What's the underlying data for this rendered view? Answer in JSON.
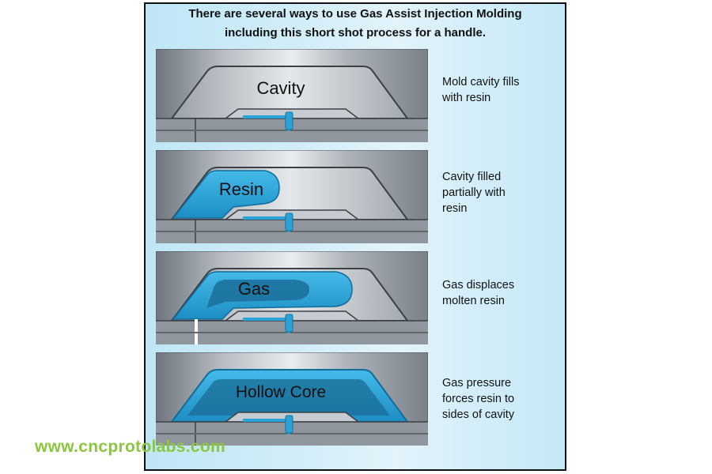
{
  "title": {
    "line1": "There are several ways to use Gas Assist Injection Molding",
    "line2": "including this short shot process for a handle."
  },
  "steps": [
    {
      "label": "Cavity",
      "caption": [
        "Mold cavity fills",
        "with resin"
      ]
    },
    {
      "label": "Resin",
      "caption": [
        "Cavity filled",
        "partially with",
        "resin"
      ]
    },
    {
      "label": "Gas",
      "caption": [
        "Gas displaces",
        "molten resin"
      ]
    },
    {
      "label": "Hollow Core",
      "caption": [
        "Gas pressure",
        "forces resin to",
        "sides of cavity"
      ]
    }
  ],
  "watermark": "www.cncprotolabs.com",
  "colors": {
    "resin": "#29a8dc",
    "steel": "#a9afb6",
    "background": "#cdeaf8",
    "watermark": "#8cc63f"
  }
}
